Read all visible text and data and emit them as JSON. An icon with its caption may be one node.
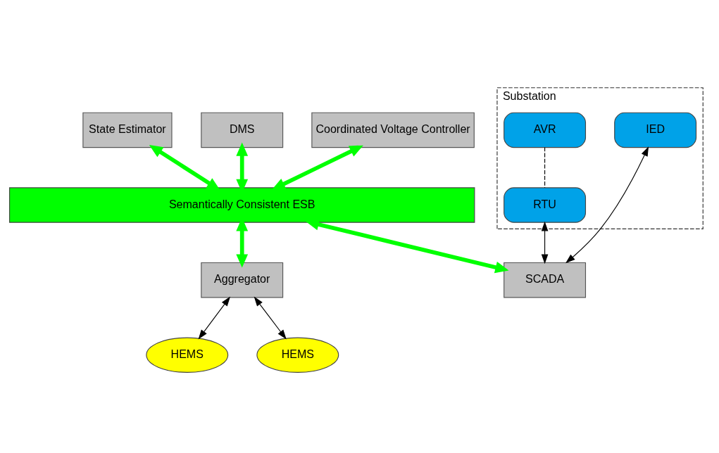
{
  "diagram": {
    "nodes": [
      {
        "text": [
          "State Estimator"
        ]
      },
      {
        "text": [
          "DMS"
        ]
      },
      {
        "text": [
          "Coordinated Voltage Controller"
        ]
      },
      {
        "text": [
          "Semantically Consistent ESB"
        ]
      },
      {
        "text": [
          "Substation"
        ]
      },
      {
        "text": [
          "IED"
        ],
        "in": 4
      },
      {
        "text": [
          "AVR"
        ],
        "in": 4
      },
      {
        "text": [
          "RTU"
        ],
        "in": 4
      },
      {
        "text": [
          "SCADA"
        ]
      },
      {
        "text": [
          "Aggregator"
        ]
      },
      {
        "text": [
          "HEMS"
        ]
      },
      {
        "text": [
          "HEMS"
        ]
      }
    ],
    "edges": [
      {
        "from": 0,
        "to": 3,
        "arrow": "both",
        "style": "thick",
        "color": "#00ff00"
      },
      {
        "from": 1,
        "to": 3,
        "arrow": "both",
        "style": "thick",
        "color": "#00ff00"
      },
      {
        "from": 2,
        "to": 3,
        "arrow": "both",
        "style": "thick",
        "color": "#00ff00"
      },
      {
        "from": 3,
        "to": 8,
        "arrow": "both",
        "style": "thick",
        "color": "#00ff00"
      },
      {
        "from": 3,
        "to": 9,
        "arrow": "both",
        "style": "thick",
        "color": "#00ff00"
      },
      {
        "from": 5,
        "to": 8,
        "arrow": "both",
        "color": "#000000"
      },
      {
        "from": 7,
        "to": 8,
        "arrow": "both",
        "color": "#000000"
      },
      {
        "from": 6,
        "to": 7,
        "arrow": "none",
        "style": "dashed",
        "color": "#000000"
      },
      {
        "from": 9,
        "to": 10,
        "arrow": "both",
        "color": "#000000"
      },
      {
        "from": 9,
        "to": 11,
        "arrow": "both",
        "color": "#000000"
      }
    ]
  }
}
